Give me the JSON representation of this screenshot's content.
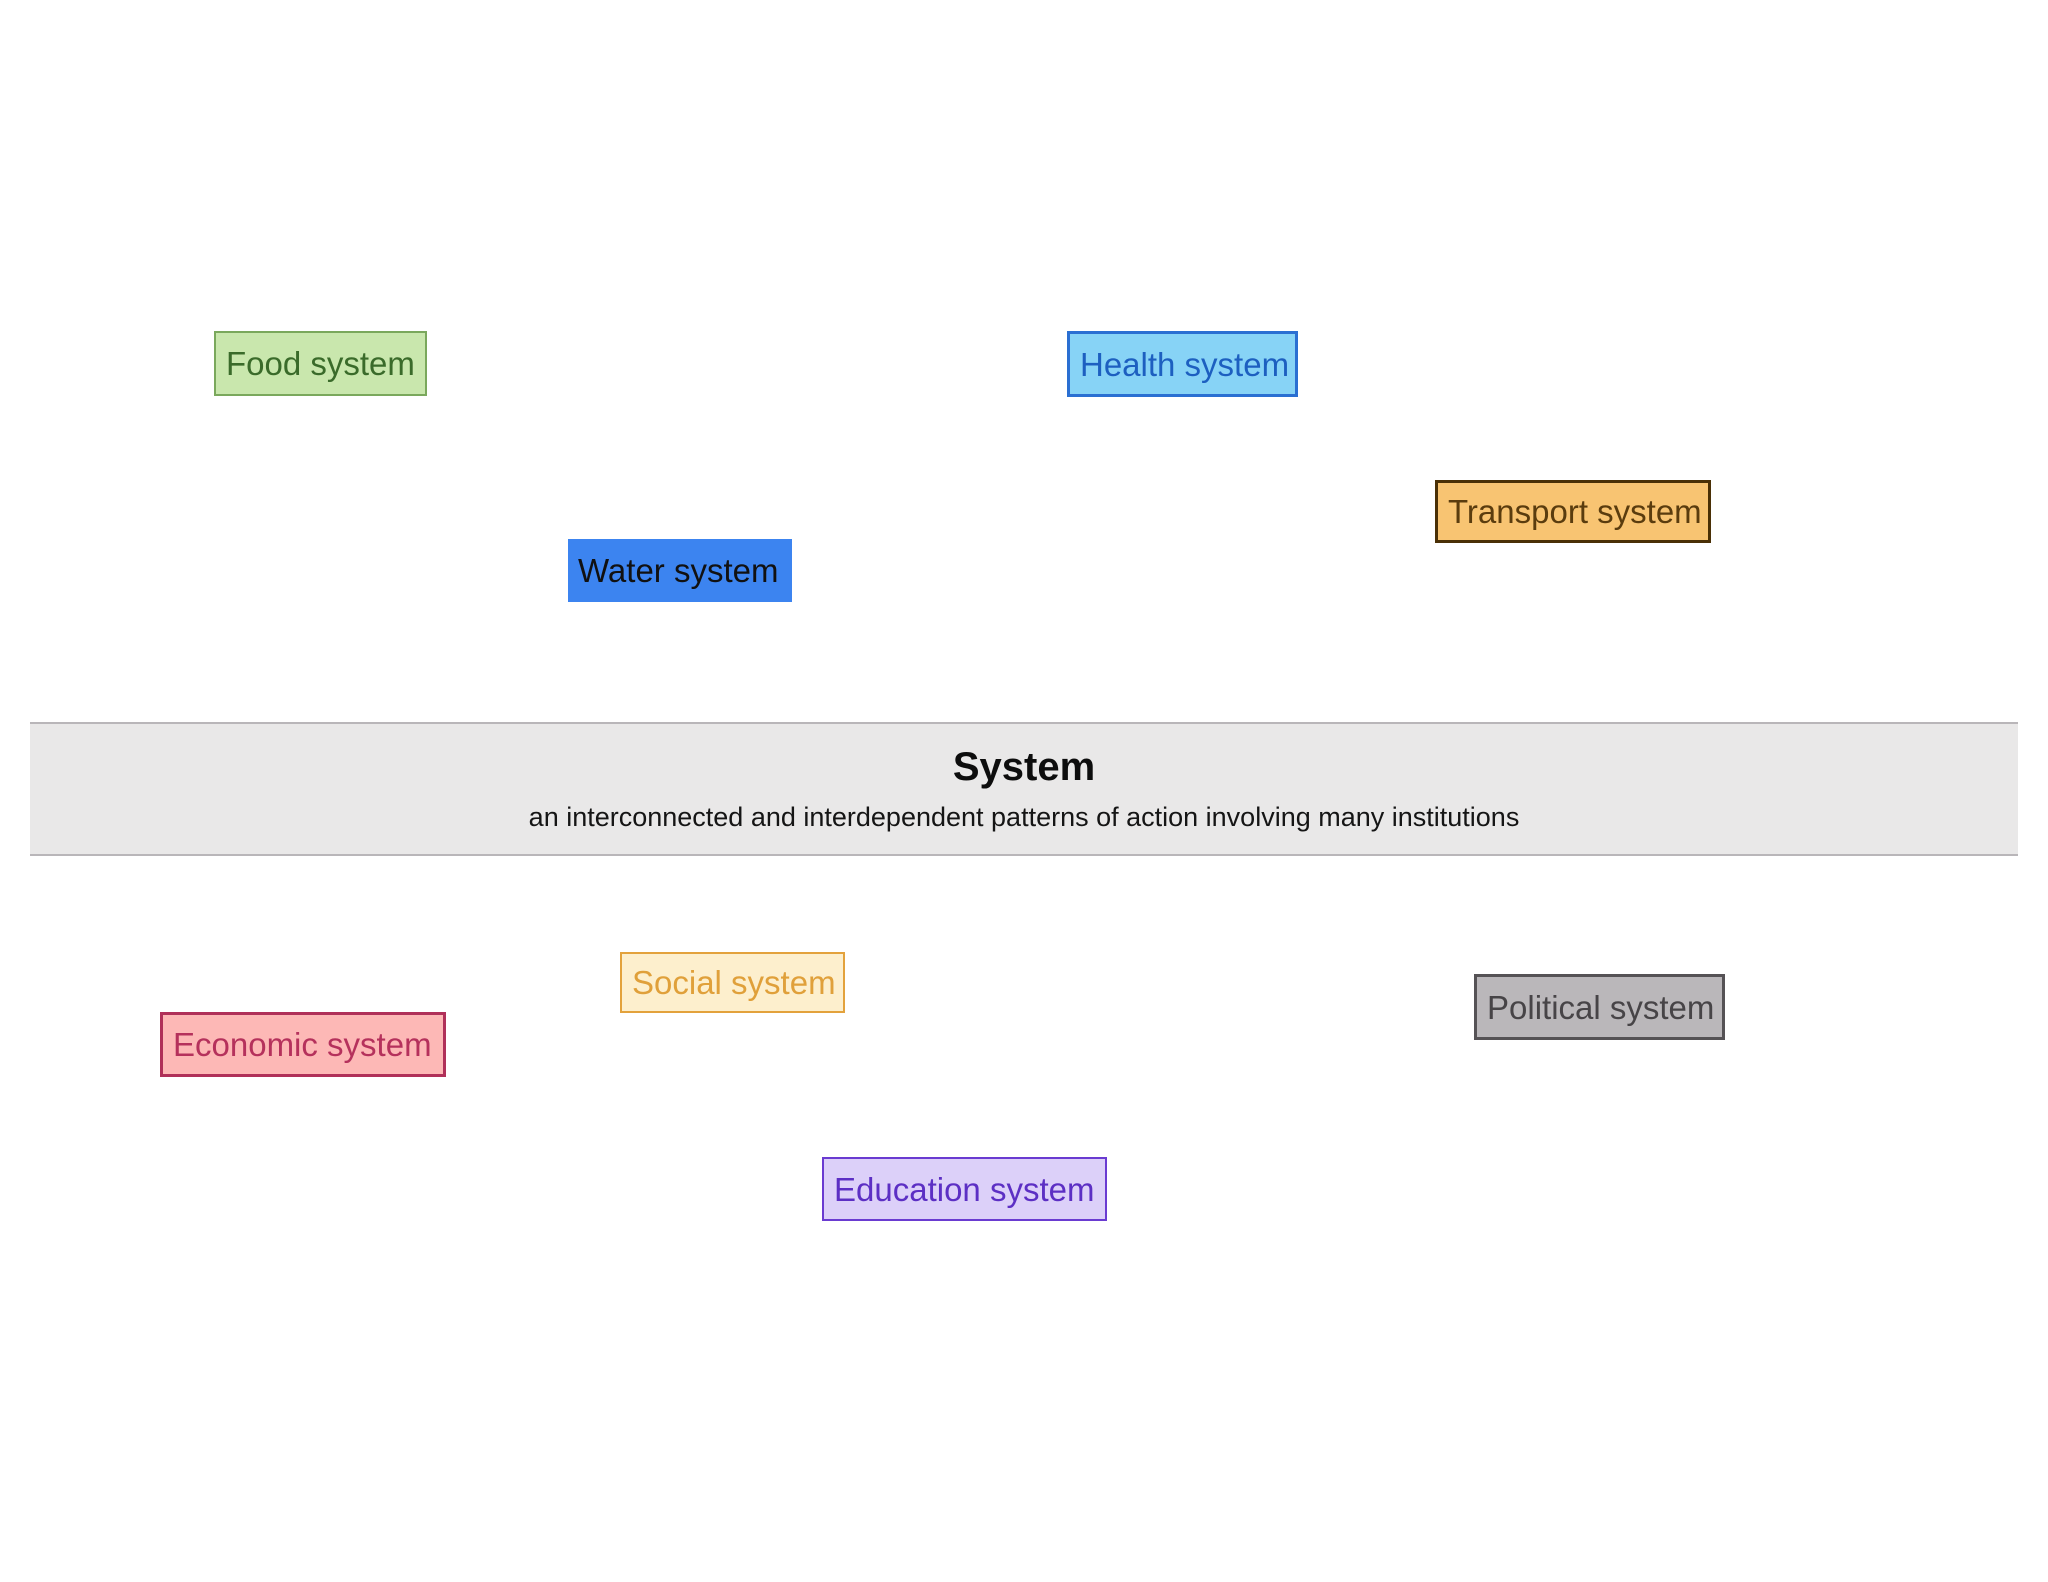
{
  "page": {
    "background_color": "#ffffff"
  },
  "banner": {
    "title": "System",
    "definition": "an interconnected and interdependent patterns of action involving many institutions",
    "fill": "#e9e8e8",
    "border": "#b9b6b9"
  },
  "systems": [
    {
      "id": "food",
      "label": "Food system",
      "fill": "#c9e7ad",
      "border": "#7aa85c",
      "text_color": "#3a6b2a"
    },
    {
      "id": "health",
      "label": "Health system",
      "fill": "#87d3f6",
      "border": "#2a6fd2",
      "text_color": "#1d5fc0"
    },
    {
      "id": "transport",
      "label": "Transport system",
      "fill": "#f8c472",
      "border": "#4a3006",
      "text_color": "#5a3c0e"
    },
    {
      "id": "water",
      "label": "Water system",
      "fill": "#3c84f0",
      "border": "#3c84f0",
      "text_color": "#111111"
    },
    {
      "id": "social",
      "label": "Social system",
      "fill": "#fdefcd",
      "border": "#e3a23c",
      "text_color": "#e0a03a"
    },
    {
      "id": "economic",
      "label": "Economic system",
      "fill": "#fdb8b6",
      "border": "#b03059",
      "text_color": "#b5315c"
    },
    {
      "id": "political",
      "label": "Political system",
      "fill": "#bab7ba",
      "border": "#555255",
      "text_color": "#474447"
    },
    {
      "id": "education",
      "label": "Education system",
      "fill": "#dcd0f9",
      "border": "#6a3bd1",
      "text_color": "#5c2fc4"
    }
  ]
}
